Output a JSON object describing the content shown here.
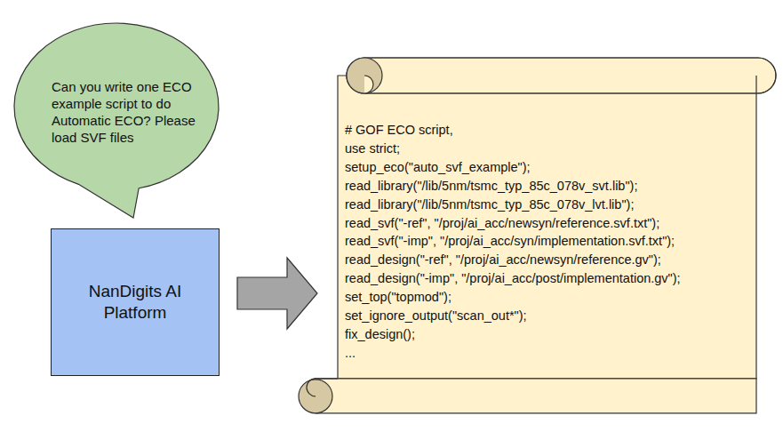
{
  "diagram": {
    "nodes": [
      {
        "text": [
          "Can you write one ECO example script to do Automatic ECO? Please load SVF files"
        ]
      },
      {
        "text": [
          "NanDigits AI Platform"
        ]
      },
      {
        "text": [
          "# GOF ECO script,",
          "use strict;",
          "setup_eco(\"auto_svf_example\");",
          "read_library(\"/lib/5nm/tsmc_typ_85c_078v_svt.lib\");",
          "read_library(\"/lib/5nm/tsmc_typ_85c_078v_lvt.lib\");",
          "read_svf(\"-ref\", \"/proj/ai_acc/newsyn/reference.svf.txt\");",
          "read_svf(\"-imp\", \"/proj/ai_acc/syn/implementation.svf.txt\");",
          "read_design(\"-ref\", \"/proj/ai_acc/newsyn/reference.gv\");",
          "read_design(\"-imp\", \"/proj/ai_acc/post/implementation.gv\");",
          "set_top(\"topmod\");",
          "set_ignore_output(\"scan_out*\");",
          "fix_design();",
          "..."
        ]
      }
    ],
    "edges": [
      {
        "from": 1,
        "to": 2,
        "arrow": "to"
      }
    ]
  }
}
